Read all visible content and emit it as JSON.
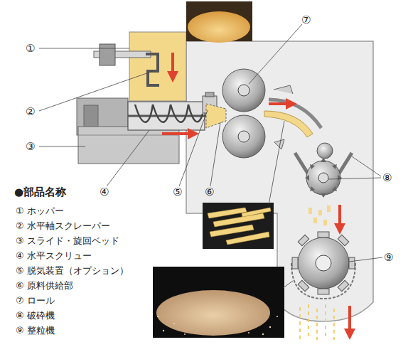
{
  "diagram": {
    "labels": [
      "●部品名称",
      "① ホッパー",
      "② 水平軸スクレーパー",
      "③ スライド・旋回ベッド",
      "④ 水平スクリュー",
      "⑤ 脱気装置（オプション）",
      "⑥ 原料供給部",
      "⑦ ロール",
      "⑧ 破砕機",
      "⑨ 整粒機",
      "①",
      "②",
      "③",
      "④",
      "⑤",
      "⑥",
      "⑦",
      "⑧",
      "⑨"
    ]
  }
}
